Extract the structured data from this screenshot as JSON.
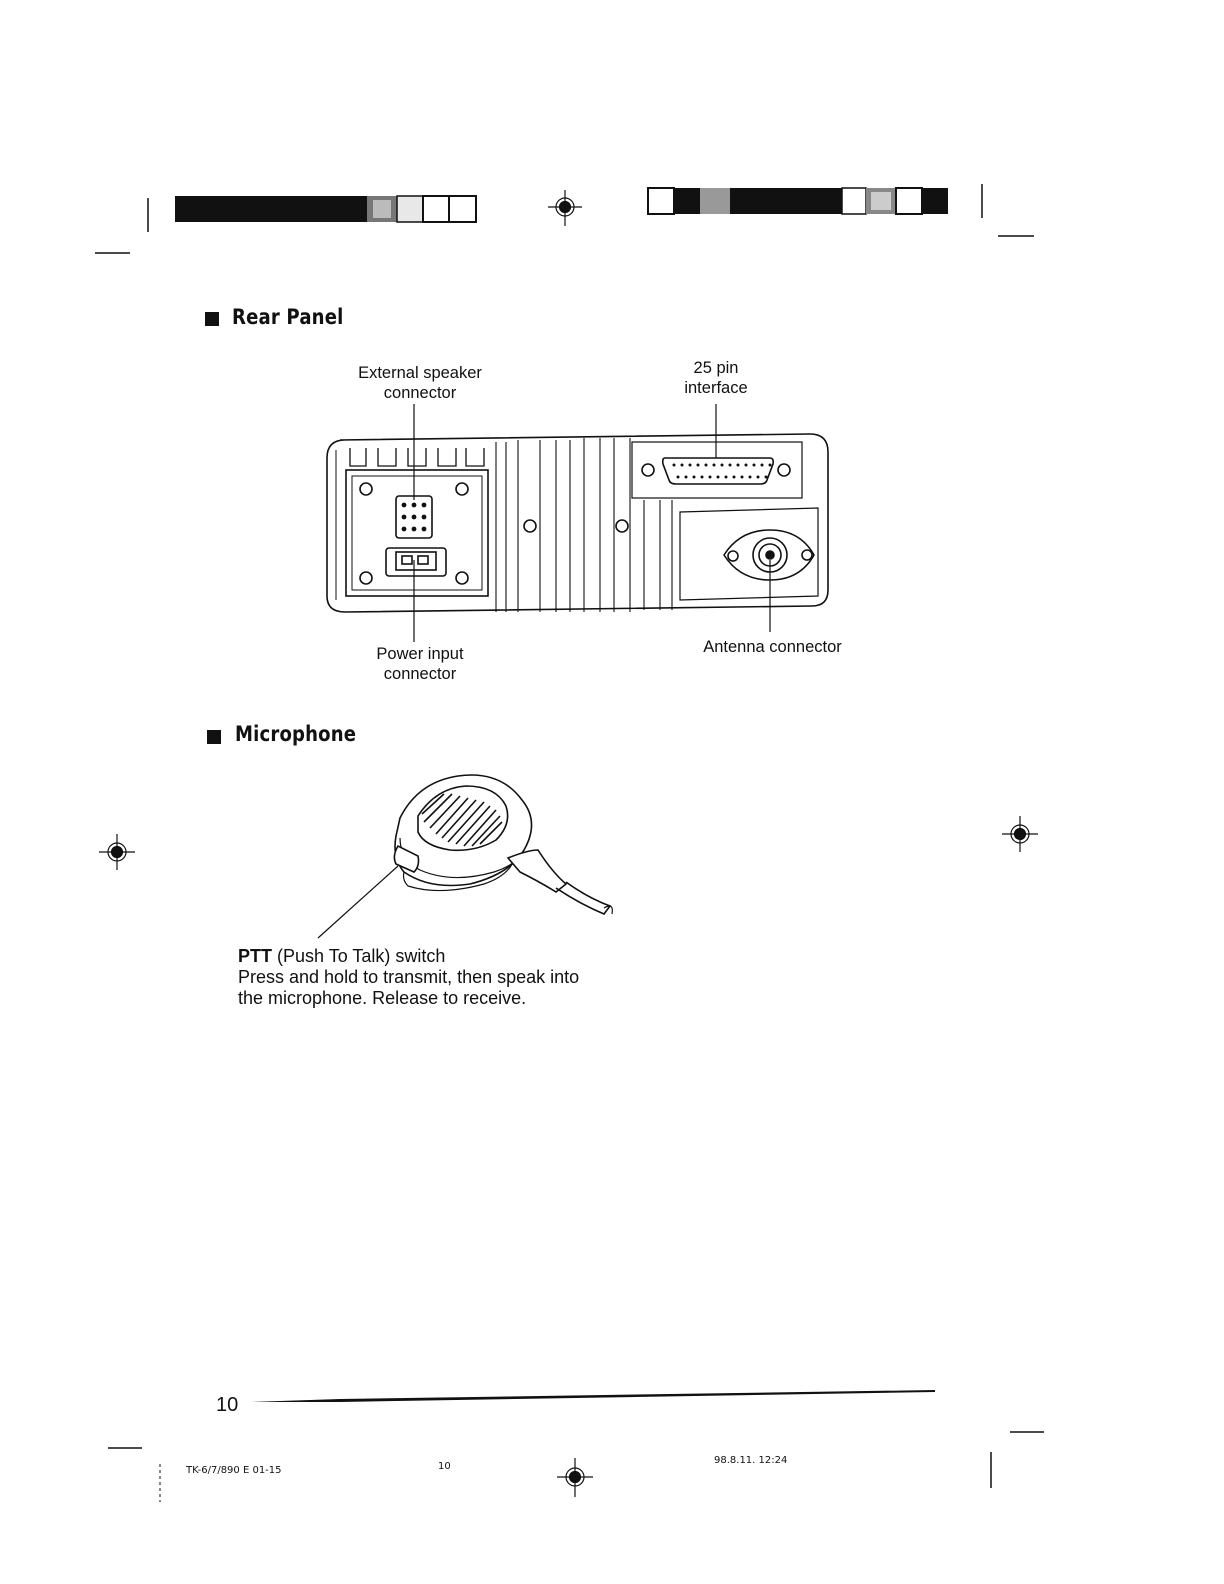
{
  "sections": {
    "rear_panel": {
      "heading": "Rear Panel",
      "labels": {
        "ext_speaker_1": "External speaker",
        "ext_speaker_2": "connector",
        "pin25_1": "25 pin",
        "pin25_2": "interface",
        "power_1": "Power input",
        "power_2": "connector",
        "antenna": "Antenna connector"
      }
    },
    "microphone": {
      "heading": "Microphone",
      "ptt_bold": "PTT",
      "ptt_rest": " (Push To Talk) switch",
      "ptt_line2": "Press and hold to transmit, then speak into",
      "ptt_line3": "the microphone.  Release to receive."
    }
  },
  "footer": {
    "page_number": "10",
    "doc_code": "TK-6/7/890 E 01-15",
    "center_number": "10",
    "timestamp": "98.8.11. 12:24"
  }
}
